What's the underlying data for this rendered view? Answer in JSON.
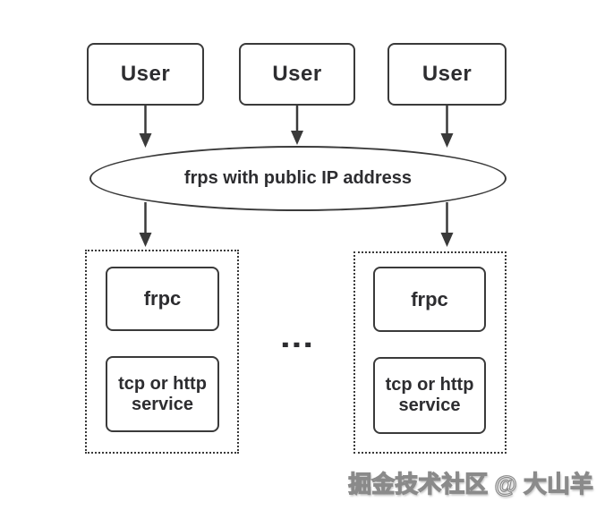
{
  "colors": {
    "line": "#3a3a3a",
    "text": "#2d2d30",
    "background": "#ffffff",
    "watermark_fill": "#ffffff",
    "watermark_outline": "#8a8a8a"
  },
  "nodes": {
    "users": [
      {
        "label": "User"
      },
      {
        "label": "User"
      },
      {
        "label": "User"
      }
    ],
    "server": {
      "label": "frps with public IP address"
    },
    "clients": [
      {
        "frpc_label": "frpc",
        "service_label": "tcp or http service"
      },
      {
        "frpc_label": "frpc",
        "service_label": "tcp or http service"
      }
    ],
    "ellipsis": "..."
  },
  "watermark": {
    "text": "掘金技术社区 @ 大山羊"
  }
}
